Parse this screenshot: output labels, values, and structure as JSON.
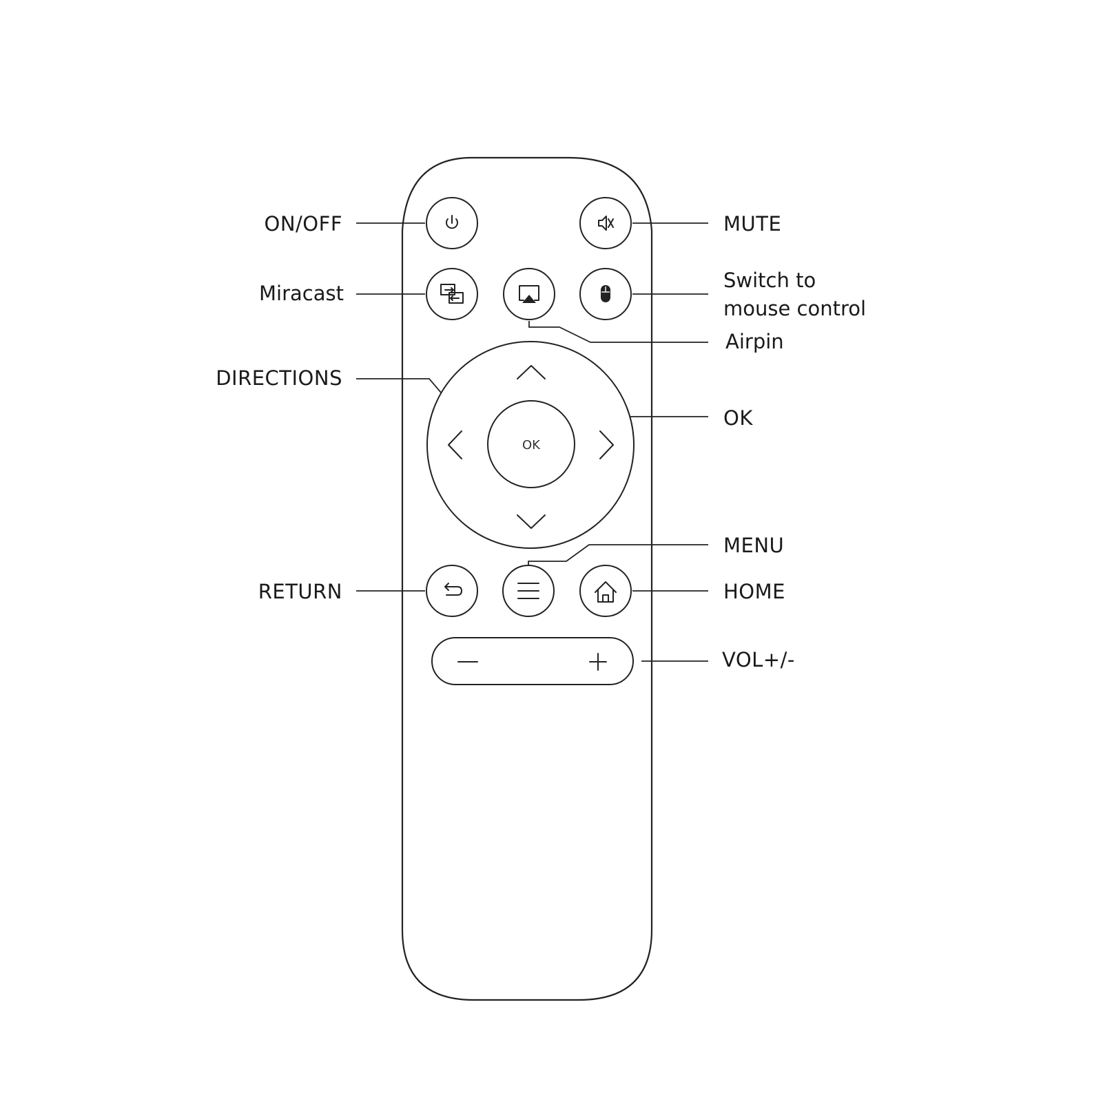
{
  "labels": {
    "on_off": "ON/OFF",
    "mute": "MUTE",
    "miracast": "Miracast",
    "mouse_line1": "Switch to",
    "mouse_line2": "mouse control",
    "airpin": "Airpin",
    "directions": "DIRECTIONS",
    "ok": "OK",
    "menu": "MENU",
    "return": "RETURN",
    "home": "HOME",
    "vol": "VOL+/-"
  },
  "buttons": {
    "ok_text": "OK",
    "vol_minus": "—",
    "vol_plus": "+"
  },
  "icons": {
    "power": "power-icon",
    "mute": "speaker-mute-icon",
    "miracast": "screen-mirror-icon",
    "airpin": "airplay-icon",
    "mouse": "mouse-icon",
    "up": "chevron-up-icon",
    "down": "chevron-down-icon",
    "left": "chevron-left-icon",
    "right": "chevron-right-icon",
    "return": "return-arrow-icon",
    "menu": "hamburger-menu-icon",
    "home": "home-icon"
  },
  "colors": {
    "line": "#222222",
    "background": "#ffffff"
  }
}
